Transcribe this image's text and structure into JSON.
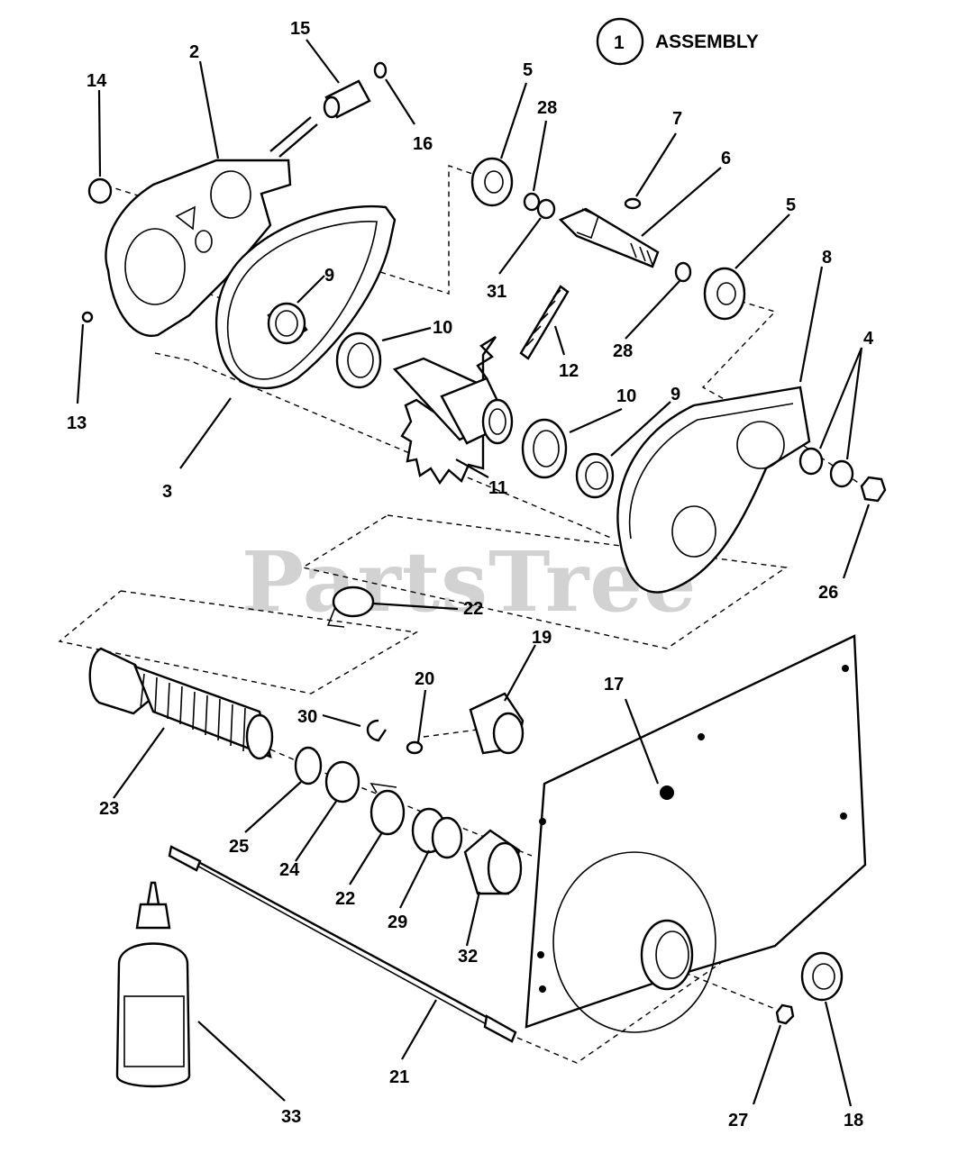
{
  "header": {
    "assembly_number": "1",
    "assembly_label": "ASSEMBLY"
  },
  "watermark": "PartsTree",
  "callouts": {
    "c2": "2",
    "c3": "3",
    "c4": "4",
    "c5a": "5",
    "c5b": "5",
    "c6": "6",
    "c7": "7",
    "c8": "8",
    "c9a": "9",
    "c9b": "9",
    "c10a": "10",
    "c10b": "10",
    "c11": "11",
    "c12": "12",
    "c13": "13",
    "c14": "14",
    "c15": "15",
    "c16": "16",
    "c17": "17",
    "c18": "18",
    "c19": "19",
    "c20": "20",
    "c21": "21",
    "c22a": "22",
    "c22b": "22",
    "c23": "23",
    "c24": "24",
    "c25": "25",
    "c26": "26",
    "c27": "27",
    "c28a": "28",
    "c28b": "28",
    "c29": "29",
    "c30": "30",
    "c31": "31",
    "c32": "32",
    "c33": "33"
  }
}
